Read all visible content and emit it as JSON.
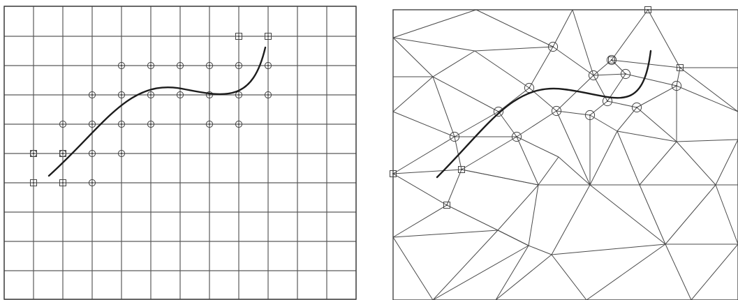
{
  "figure": {
    "panels": [
      {
        "id": "structured-grid",
        "mesh": "rectangular-grid",
        "columns": 12,
        "rows": 10,
        "crack_curve": "cubic",
        "node_markers": [
          "circle",
          "square"
        ],
        "circle_count": 24,
        "square_count": 6
      },
      {
        "id": "unstructured-mesh",
        "mesh": "triangular-mesh",
        "crack_curve": "cubic",
        "node_markers": [
          "circle",
          "square"
        ],
        "circle_count": 13,
        "square_count": 7
      }
    ],
    "colors": {
      "background": "#ffffff",
      "grid": "#5a5a5a",
      "mesh": "#4a4a4a",
      "crack": "#1c1c1c",
      "markers": "#444444"
    },
    "icons": [
      "circle-node-marker",
      "square-node-marker"
    ]
  }
}
